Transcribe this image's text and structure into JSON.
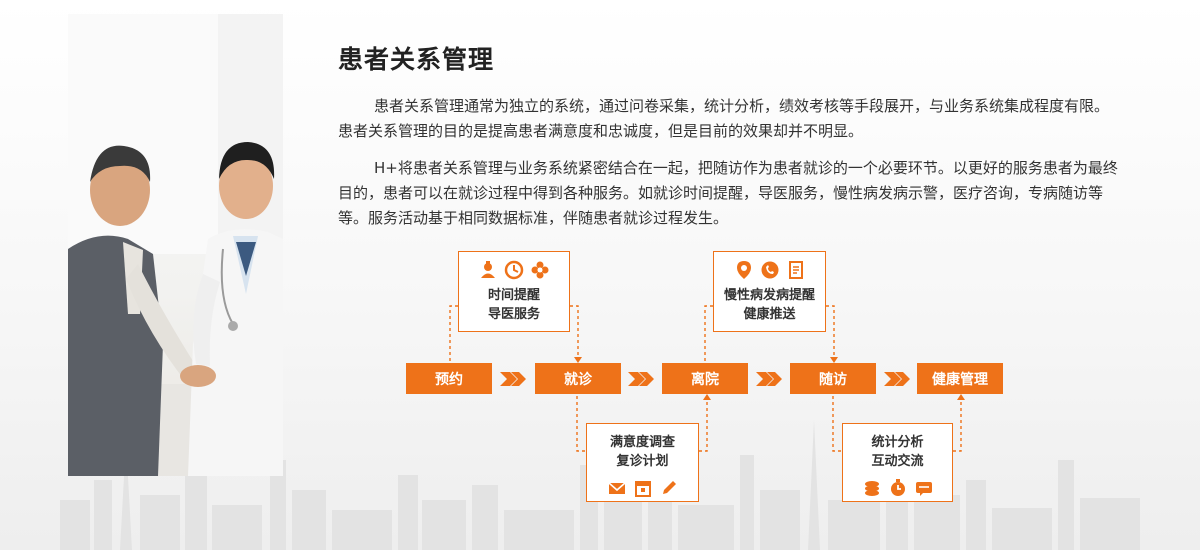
{
  "title": "患者关系管理",
  "paragraphs": [
    "患者关系管理通常为独立的系统，通过问卷采集，统计分析，绩效考核等手段展开，与业务系统集成程度有限。患者关系管理的目的是提高患者满意度和忠诚度，但是目前的效果却并不明显。",
    "H+将患者关系管理与业务系统紧密结合在一起，把随访作为患者就诊的一个必要环节。以更好的服务患者为最终目的，患者可以在就诊过程中得到各种服务。如就诊时间提醒，导医服务，慢性病发病示警，医疗咨询，专病随访等等。服务活动基于相同数据标准，伴随患者就诊过程发生。"
  ],
  "flow": {
    "steps": [
      "预约",
      "就诊",
      "离院",
      "随访",
      "健康管理"
    ],
    "top_boxes": [
      {
        "lines": [
          "时间提醒",
          "导医服务"
        ],
        "icons": [
          "nurse-icon",
          "clock-icon",
          "flower-icon"
        ]
      },
      {
        "lines": [
          "慢性病发病提醒",
          "健康推送"
        ],
        "icons": [
          "location-icon",
          "phone-icon",
          "document-icon"
        ]
      }
    ],
    "bottom_boxes": [
      {
        "lines": [
          "满意度调查",
          "复诊计划"
        ],
        "icons": [
          "mail-icon",
          "calendar-icon",
          "pen-icon"
        ]
      },
      {
        "lines": [
          "统计分析",
          "互动交流"
        ],
        "icons": [
          "coins-icon",
          "stopwatch-icon",
          "chat-icon"
        ]
      }
    ]
  },
  "colors": {
    "accent": "#ee7219",
    "text": "#333333"
  }
}
